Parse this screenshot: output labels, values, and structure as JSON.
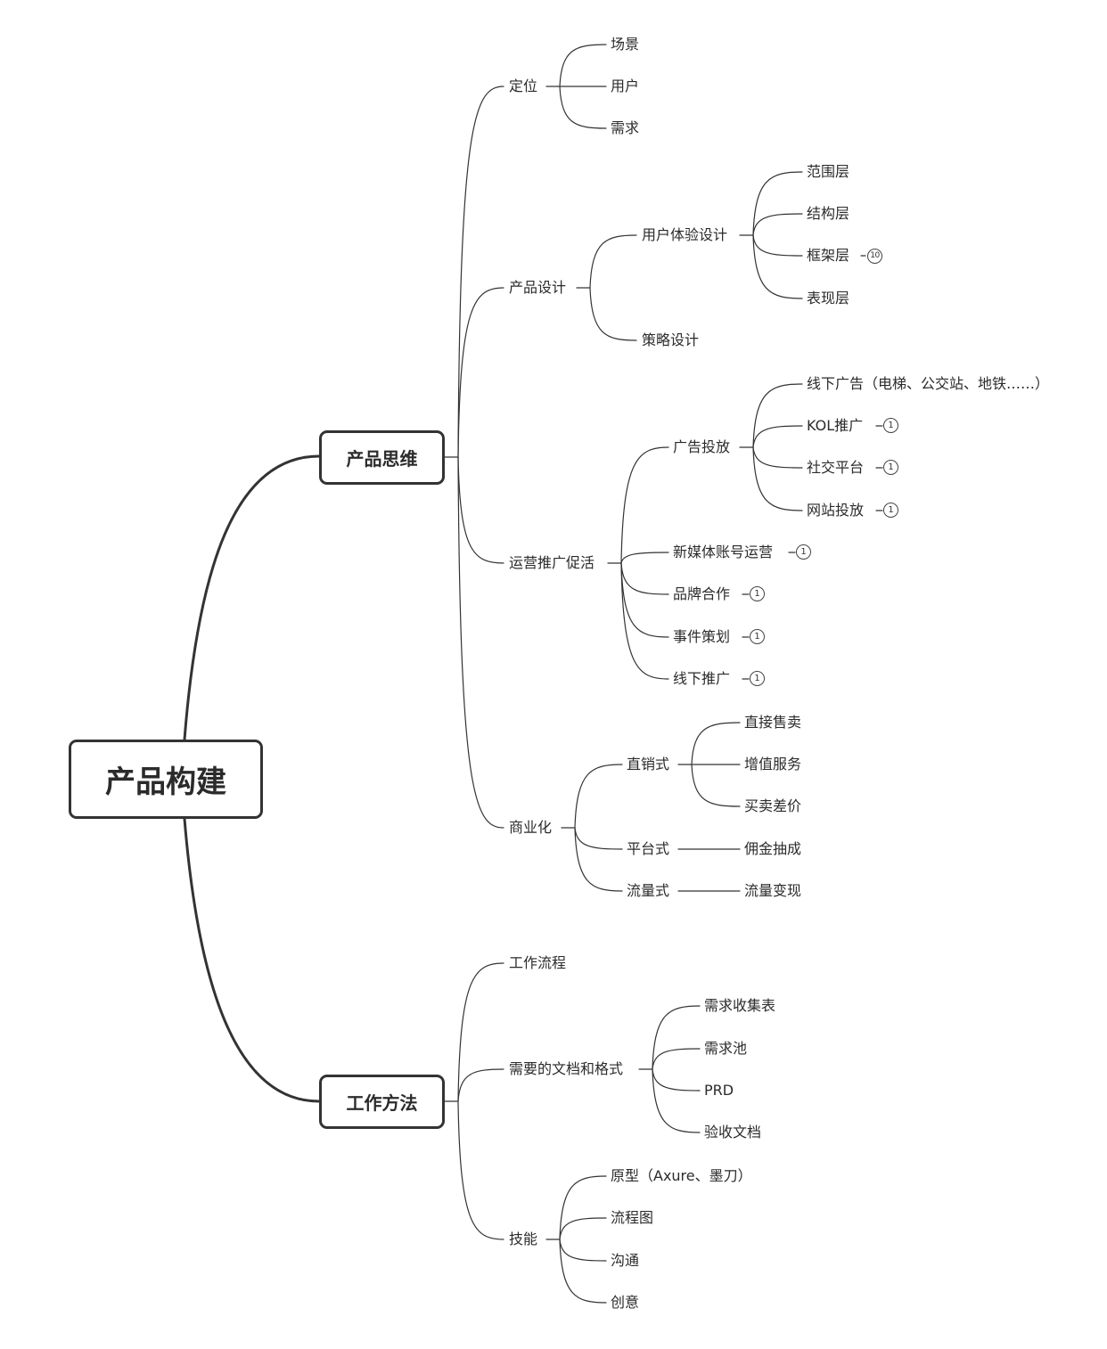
{
  "root": "产品构建",
  "branches": [
    {
      "label": "产品思维",
      "children": [
        {
          "label": "定位",
          "children": [
            {
              "label": "场景"
            },
            {
              "label": "用户"
            },
            {
              "label": "需求"
            }
          ]
        },
        {
          "label": "产品设计",
          "children": [
            {
              "label": "用户体验设计",
              "children": [
                {
                  "label": "范围层"
                },
                {
                  "label": "结构层"
                },
                {
                  "label": "框架层",
                  "badge": "10"
                },
                {
                  "label": "表现层"
                }
              ]
            },
            {
              "label": "策略设计"
            }
          ]
        },
        {
          "label": "运营推广促活",
          "children": [
            {
              "label": "广告投放",
              "children": [
                {
                  "label": "线下广告（电梯、公交站、地铁……）"
                },
                {
                  "label": "KOL推广",
                  "badge": "1"
                },
                {
                  "label": "社交平台",
                  "badge": "1"
                },
                {
                  "label": "网站投放",
                  "badge": "1"
                }
              ]
            },
            {
              "label": "新媒体账号运营",
              "badge": "1"
            },
            {
              "label": "品牌合作",
              "badge": "1"
            },
            {
              "label": "事件策划",
              "badge": "1"
            },
            {
              "label": "线下推广",
              "badge": "1"
            }
          ]
        },
        {
          "label": "商业化",
          "children": [
            {
              "label": "直销式",
              "children": [
                {
                  "label": "直接售卖"
                },
                {
                  "label": "增值服务"
                },
                {
                  "label": "买卖差价"
                }
              ]
            },
            {
              "label": "平台式",
              "children": [
                {
                  "label": "佣金抽成"
                }
              ]
            },
            {
              "label": "流量式",
              "children": [
                {
                  "label": "流量变现"
                }
              ]
            }
          ]
        }
      ]
    },
    {
      "label": "工作方法",
      "children": [
        {
          "label": "工作流程"
        },
        {
          "label": "需要的文档和格式",
          "children": [
            {
              "label": "需求收集表"
            },
            {
              "label": "需求池"
            },
            {
              "label": "PRD"
            },
            {
              "label": "验收文档"
            }
          ]
        },
        {
          "label": "技能",
          "children": [
            {
              "label": "原型（Axure、墨刀）"
            },
            {
              "label": "流程图"
            },
            {
              "label": "沟通"
            },
            {
              "label": "创意"
            }
          ]
        }
      ]
    }
  ]
}
